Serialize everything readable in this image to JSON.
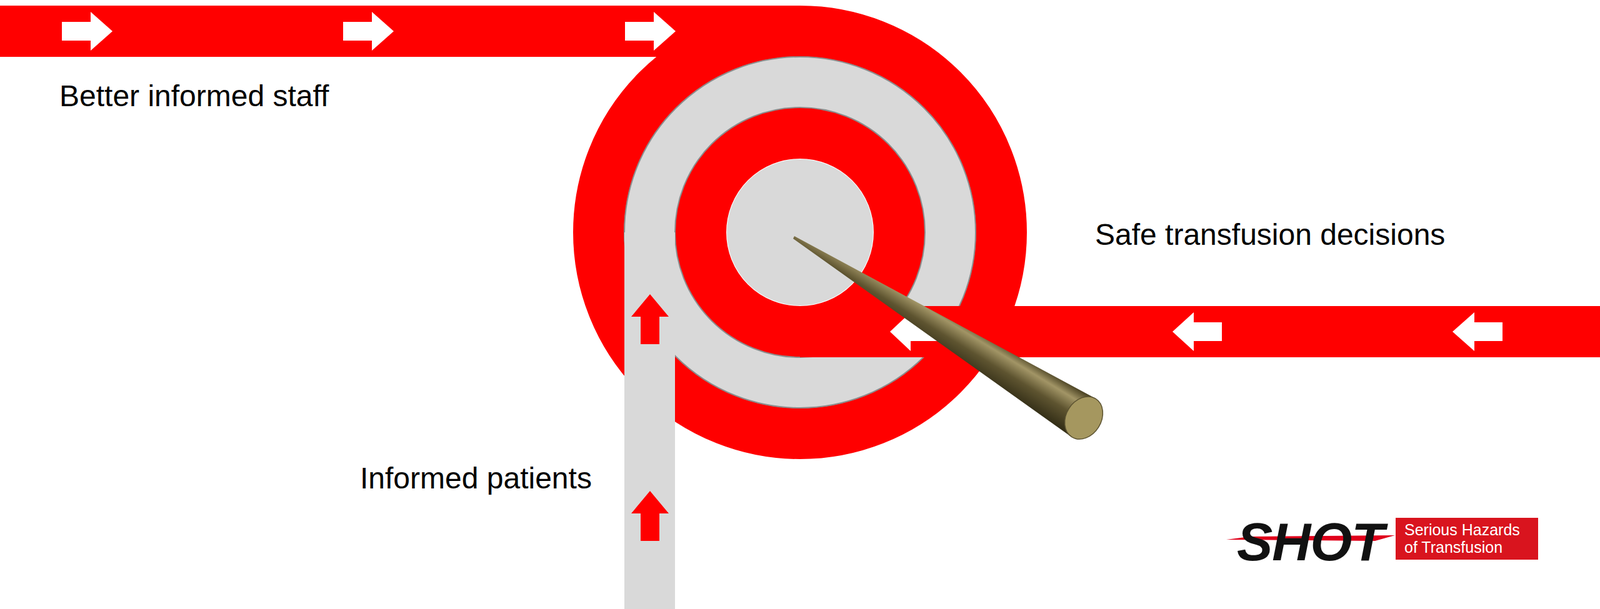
{
  "diagram": {
    "nodes": [
      {
        "text": [
          "Serious Hazards of Transfusion"
        ]
      }
    ],
    "labels": [
      "Better informed staff",
      "Safe transfusion decisions",
      "Informed patients",
      "SHOT"
    ]
  }
}
